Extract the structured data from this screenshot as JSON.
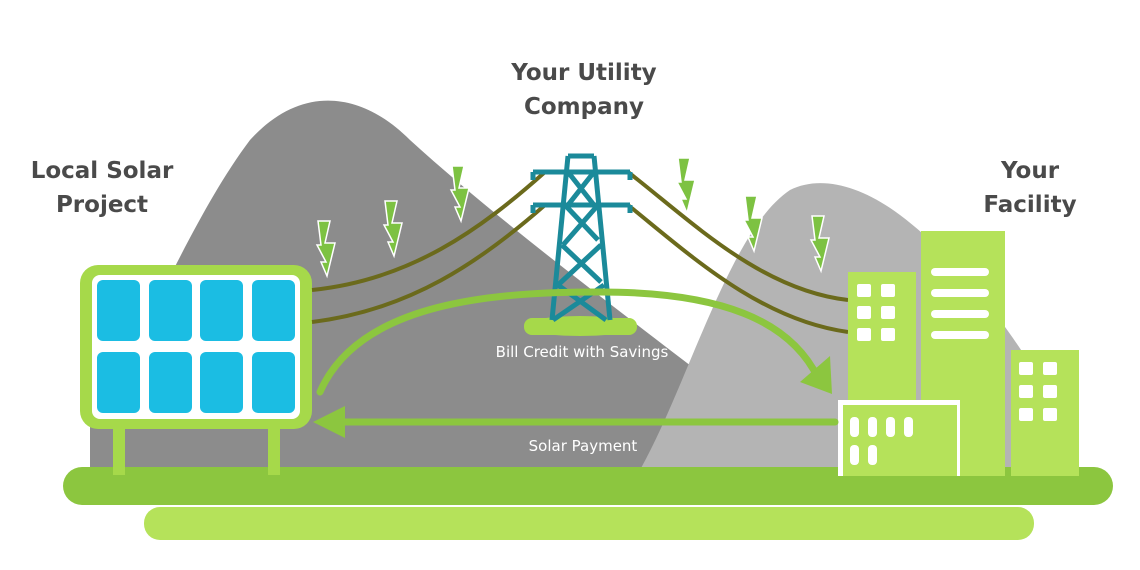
{
  "labels": {
    "solar": [
      "Local Solar",
      "Project"
    ],
    "utility": [
      "Your Utility",
      "Company"
    ],
    "facility": [
      "Your",
      "Facility"
    ]
  },
  "flows": {
    "bill_credit": "Bill Credit with Savings",
    "solar_payment": "Solar Payment"
  },
  "colors": {
    "mountain_dark": "#8c8c8c",
    "mountain_light": "#b4b4b4",
    "ground_dark": "#8cc63f",
    "ground_light": "#b5e25a",
    "panel_frame": "#a6d94a",
    "panel_cell": "#1bbde3",
    "tower": "#1b8a9a",
    "wire": "#6b6a1c",
    "bolt": "#7dc242",
    "building": "#b5e25a",
    "window": "#ffffff"
  },
  "icons": [
    "lightning-bolt-icon",
    "power-tower-icon",
    "solar-panel-icon",
    "building-icon"
  ]
}
